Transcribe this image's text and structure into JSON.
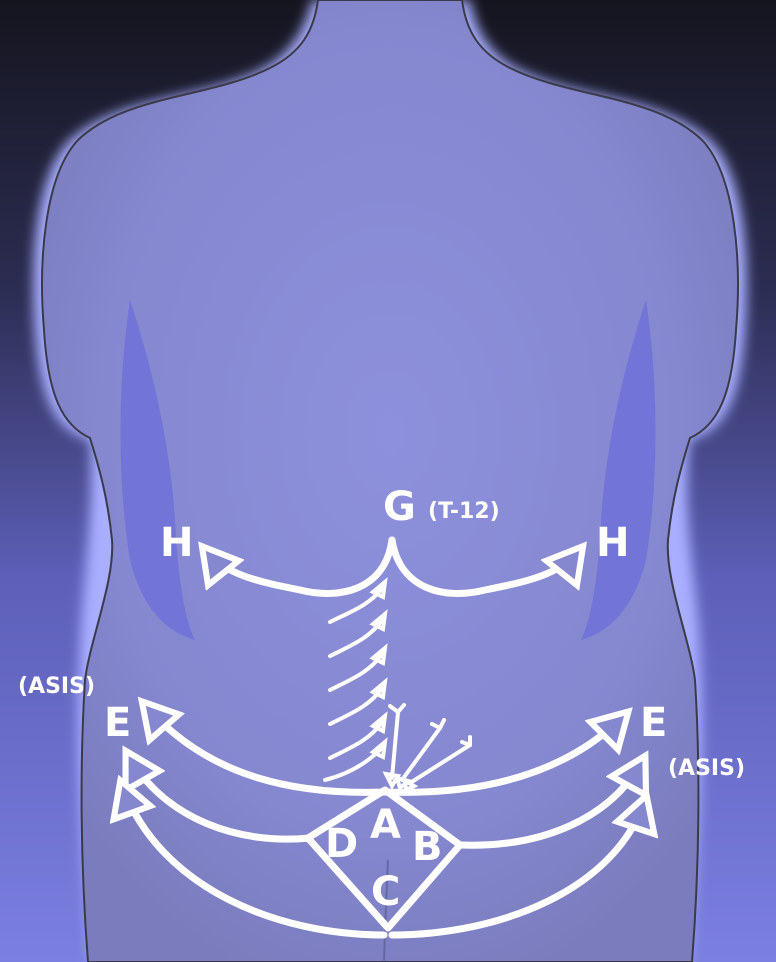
{
  "labels": {
    "G": "G",
    "T12": "(T-12)",
    "H_left": "H",
    "H_right": "H",
    "E_left": "E",
    "E_right": "E",
    "ASIS_left": "(ASIS)",
    "ASIS_right": "(ASIS)",
    "A": "A",
    "B": "B",
    "C": "C",
    "D": "D"
  },
  "colors": {
    "background_dark": "#1a1a26",
    "skin": "#8a8cd6",
    "glow": "#9ea3ff",
    "annotation": "#ffffff"
  }
}
